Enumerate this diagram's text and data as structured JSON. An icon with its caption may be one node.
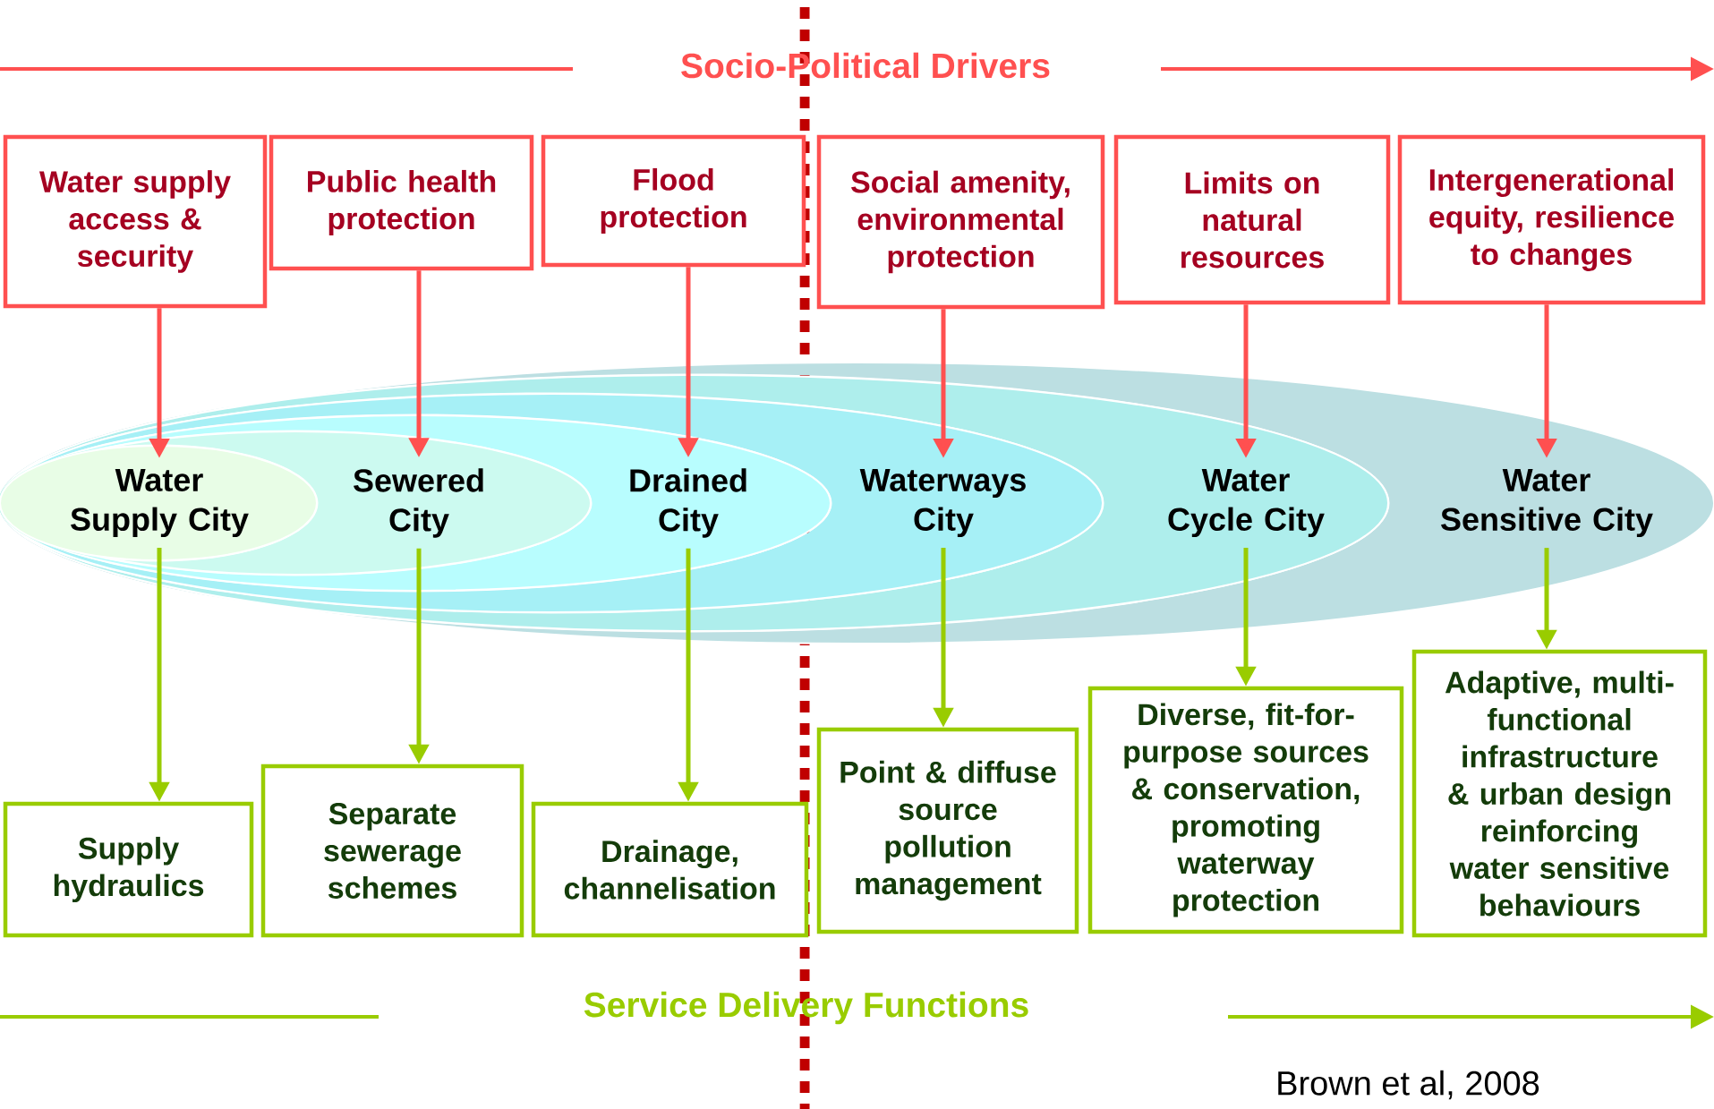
{
  "diagram": {
    "nodes": [
      {
        "text": [
          "Water supply access & security"
        ]
      },
      {
        "text": [
          "Public health protection"
        ]
      },
      {
        "text": [
          "Flood protection"
        ]
      },
      {
        "text": [
          "Social amenity, environmental protection"
        ]
      },
      {
        "text": [
          "Limits on natural resources"
        ]
      },
      {
        "text": [
          "Intergenerational equity, resilience to changes"
        ]
      },
      {
        "text": [
          "Water Sensitive City"
        ]
      },
      {
        "text": [
          "Water Cycle City"
        ],
        "in": 6
      },
      {
        "text": [
          "Waterways City"
        ],
        "in": 7
      },
      {
        "text": [
          "Drained City"
        ],
        "in": 8
      },
      {
        "text": [
          "Sewered City"
        ],
        "in": 9
      },
      {
        "text": [
          "Water Supply City"
        ],
        "in": 10
      },
      {
        "text": [
          "Supply hydraulics"
        ]
      },
      {
        "text": [
          "Separate sewerage schemes"
        ]
      },
      {
        "text": [
          "Drainage, channelisation"
        ]
      },
      {
        "text": [
          "Point & diffuse source pollution management"
        ]
      },
      {
        "text": [
          "Diverse, fit-for-purpose sources & conservation, promoting waterway protection"
        ]
      },
      {
        "text": [
          "Adaptive, multi-functional infrastructure & urban design reinforcing water sensitive behaviours"
        ]
      }
    ],
    "edges": [
      {
        "from": 0,
        "to": 11,
        "arrow": "to",
        "color": "#ff5050"
      },
      {
        "from": 1,
        "to": 10,
        "arrow": "to",
        "color": "#ff5050"
      },
      {
        "from": 2,
        "to": 9,
        "arrow": "to",
        "color": "#ff5050"
      },
      {
        "from": 3,
        "to": 8,
        "arrow": "to",
        "color": "#ff5050"
      },
      {
        "from": 4,
        "to": 7,
        "arrow": "to",
        "color": "#ff5050"
      },
      {
        "from": 5,
        "to": 6,
        "arrow": "to",
        "color": "#ff5050"
      },
      {
        "from": 11,
        "to": 12,
        "arrow": "to",
        "color": "#99cc00"
      },
      {
        "from": 10,
        "to": 13,
        "arrow": "to",
        "color": "#99cc00"
      },
      {
        "from": 9,
        "to": 14,
        "arrow": "to",
        "color": "#99cc00"
      },
      {
        "from": 8,
        "to": 15,
        "arrow": "to",
        "color": "#99cc00"
      },
      {
        "from": 7,
        "to": 16,
        "arrow": "to",
        "color": "#99cc00"
      },
      {
        "from": 6,
        "to": 17,
        "arrow": "to",
        "color": "#99cc00"
      }
    ],
    "labels": [
      "Socio-Political Drivers",
      "Service Delivery Functions",
      "Brown et al, 2008"
    ]
  }
}
